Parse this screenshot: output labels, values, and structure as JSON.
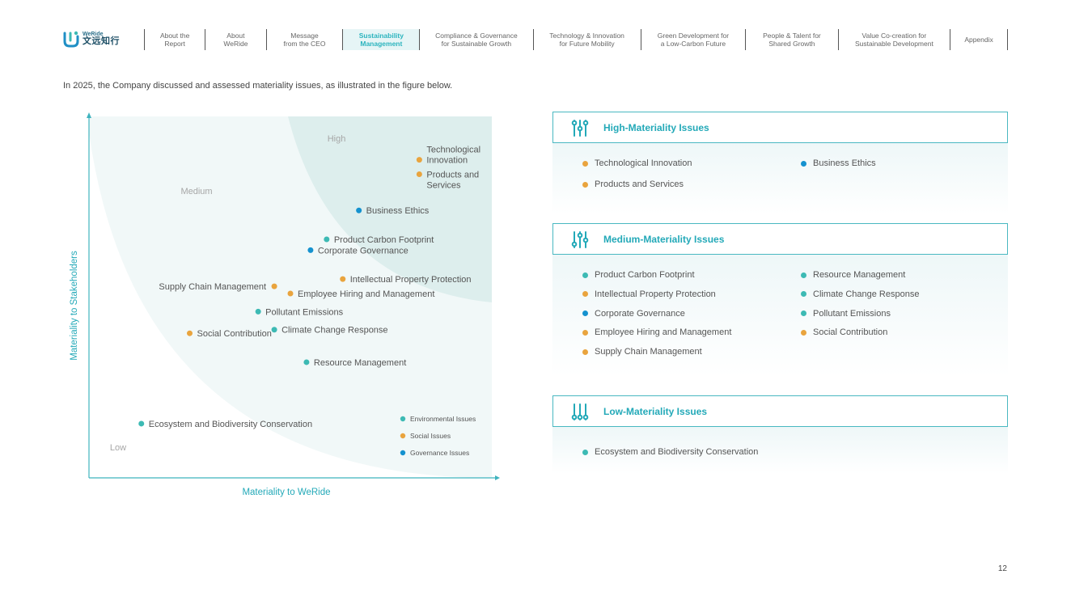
{
  "logo": {
    "en": "WeRide",
    "cn": "文远知行"
  },
  "nav": [
    {
      "label": "About the\nReport",
      "w": 70,
      "active": false
    },
    {
      "label": "About\nWeRide",
      "w": 70,
      "active": false
    },
    {
      "label": "Message\nfrom the CEO",
      "w": 92,
      "active": false
    },
    {
      "label": "Sustainability\nManagement",
      "w": 92,
      "active": true
    },
    {
      "label": "Compliance & Governance\nfor Sustainable Growth",
      "w": 143,
      "active": false
    },
    {
      "label": "Technology & Innovation\nfor Future Mobility",
      "w": 135,
      "active": false
    },
    {
      "label": "Green Development for\na Low-Carbon Future",
      "w": 131,
      "active": false
    },
    {
      "label": "People & Talent for\nShared Growth",
      "w": 114,
      "active": false
    },
    {
      "label": "Value Co-creation for\nSustainable Development",
      "w": 141,
      "active": false
    },
    {
      "label": "Appendix",
      "w": 65,
      "active": false
    }
  ],
  "intro": "In 2025, the Company discussed and assessed materiality issues, as illustrated in the figure below.",
  "colors": {
    "environmental": "#3dbab4",
    "social": "#e9a43e",
    "governance": "#1592cf",
    "accent": "#23a9b8"
  },
  "chart_data": {
    "type": "scatter",
    "xlabel": "Materiality to WeRide",
    "ylabel": "Materiality to Stakeholders",
    "xlim": [
      0,
      100
    ],
    "ylim": [
      0,
      100
    ],
    "regions": [
      "High",
      "Medium",
      "Low"
    ],
    "legend": [
      {
        "name": "Environmental Issues",
        "category": "environmental"
      },
      {
        "name": "Social Issues",
        "category": "social"
      },
      {
        "name": "Governance Issues",
        "category": "governance"
      }
    ],
    "legend_position": "bottom-right",
    "points": [
      {
        "name": "Technological Innovation",
        "category": "social",
        "x": 82,
        "y": 88
      },
      {
        "name": "Products and Services",
        "category": "social",
        "x": 82,
        "y": 84
      },
      {
        "name": "Business Ethics",
        "category": "governance",
        "x": 67,
        "y": 74
      },
      {
        "name": "Product Carbon Footprint",
        "category": "environmental",
        "x": 59,
        "y": 66
      },
      {
        "name": "Corporate Governance",
        "category": "governance",
        "x": 55,
        "y": 63
      },
      {
        "name": "Intellectual Property Protection",
        "category": "social",
        "x": 63,
        "y": 55
      },
      {
        "name": "Supply Chain Management",
        "category": "social",
        "x": 46,
        "y": 53
      },
      {
        "name": "Employee Hiring and Management",
        "category": "social",
        "x": 50,
        "y": 51
      },
      {
        "name": "Pollutant Emissions",
        "category": "environmental",
        "x": 42,
        "y": 46
      },
      {
        "name": "Social Contribution",
        "category": "social",
        "x": 25,
        "y": 40
      },
      {
        "name": "Climate Change Response",
        "category": "environmental",
        "x": 46,
        "y": 41
      },
      {
        "name": "Resource Management",
        "category": "environmental",
        "x": 54,
        "y": 32
      },
      {
        "name": "Ecosystem and Biodiversity Conservation",
        "category": "environmental",
        "x": 13,
        "y": 15
      }
    ]
  },
  "panels": [
    {
      "title": "High-Materiality Issues",
      "icon": "high-materiality-icon",
      "left": [
        {
          "label": "Technological Innovation",
          "category": "social"
        },
        {
          "label": "Products and Services",
          "category": "social"
        }
      ],
      "right": [
        {
          "label": "Business Ethics",
          "category": "governance"
        }
      ]
    },
    {
      "title": "Medium-Materiality Issues",
      "icon": "medium-materiality-icon",
      "left": [
        {
          "label": "Product Carbon Footprint",
          "category": "environmental"
        },
        {
          "label": "Intellectual Property Protection",
          "category": "social"
        },
        {
          "label": "Corporate Governance",
          "category": "governance"
        },
        {
          "label": "Employee Hiring and Management",
          "category": "social"
        },
        {
          "label": "Supply Chain Management",
          "category": "social"
        }
      ],
      "right": [
        {
          "label": "Resource Management",
          "category": "environmental"
        },
        {
          "label": "Climate Change Response",
          "category": "environmental"
        },
        {
          "label": "Pollutant Emissions",
          "category": "environmental"
        },
        {
          "label": "Social Contribution",
          "category": "social"
        }
      ]
    },
    {
      "title": "Low-Materiality Issues",
      "icon": "low-materiality-icon",
      "left": [
        {
          "label": "Ecosystem and Biodiversity Conservation",
          "category": "environmental"
        }
      ],
      "right": []
    }
  ],
  "page_number": "12"
}
